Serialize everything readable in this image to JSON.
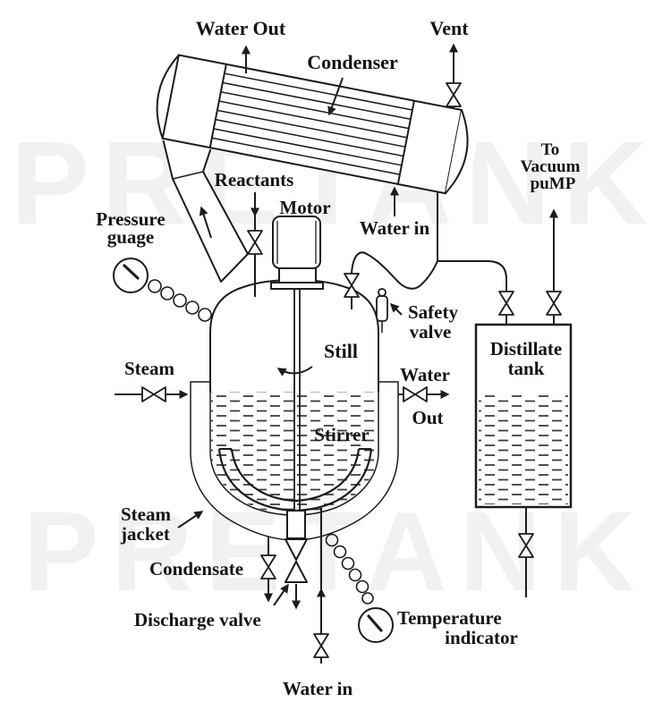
{
  "diagram": {
    "watermark": "PRETANK",
    "colors": {
      "ink": "#1c1c1c",
      "paper": "#ffffff",
      "watermark": "#f1f1f1"
    },
    "labels": {
      "water_out_condenser": "Water Out",
      "condenser": "Condenser",
      "vent": "Vent",
      "to_vacuum": [
        "To",
        "Vacuum",
        "puMP"
      ],
      "reactants": "Reactants",
      "motor": "Motor",
      "pressure_gauge": [
        "Pressure",
        "guage"
      ],
      "water_in_condenser": "Water in",
      "safety_valve": [
        "Safety",
        "valve"
      ],
      "still": "Still",
      "distillate_tank": [
        "Distillate",
        "tank"
      ],
      "steam": "Steam",
      "water_out_jacket": [
        "Water",
        "Out"
      ],
      "stirrer": "Stirrer",
      "steam_jacket": [
        "Steam",
        "jacket"
      ],
      "condensate": "Condensate",
      "discharge_valve": "Discharge valve",
      "temperature_indicator": [
        "Temperature",
        "indicator"
      ],
      "water_in_bottom": "Water in"
    }
  }
}
